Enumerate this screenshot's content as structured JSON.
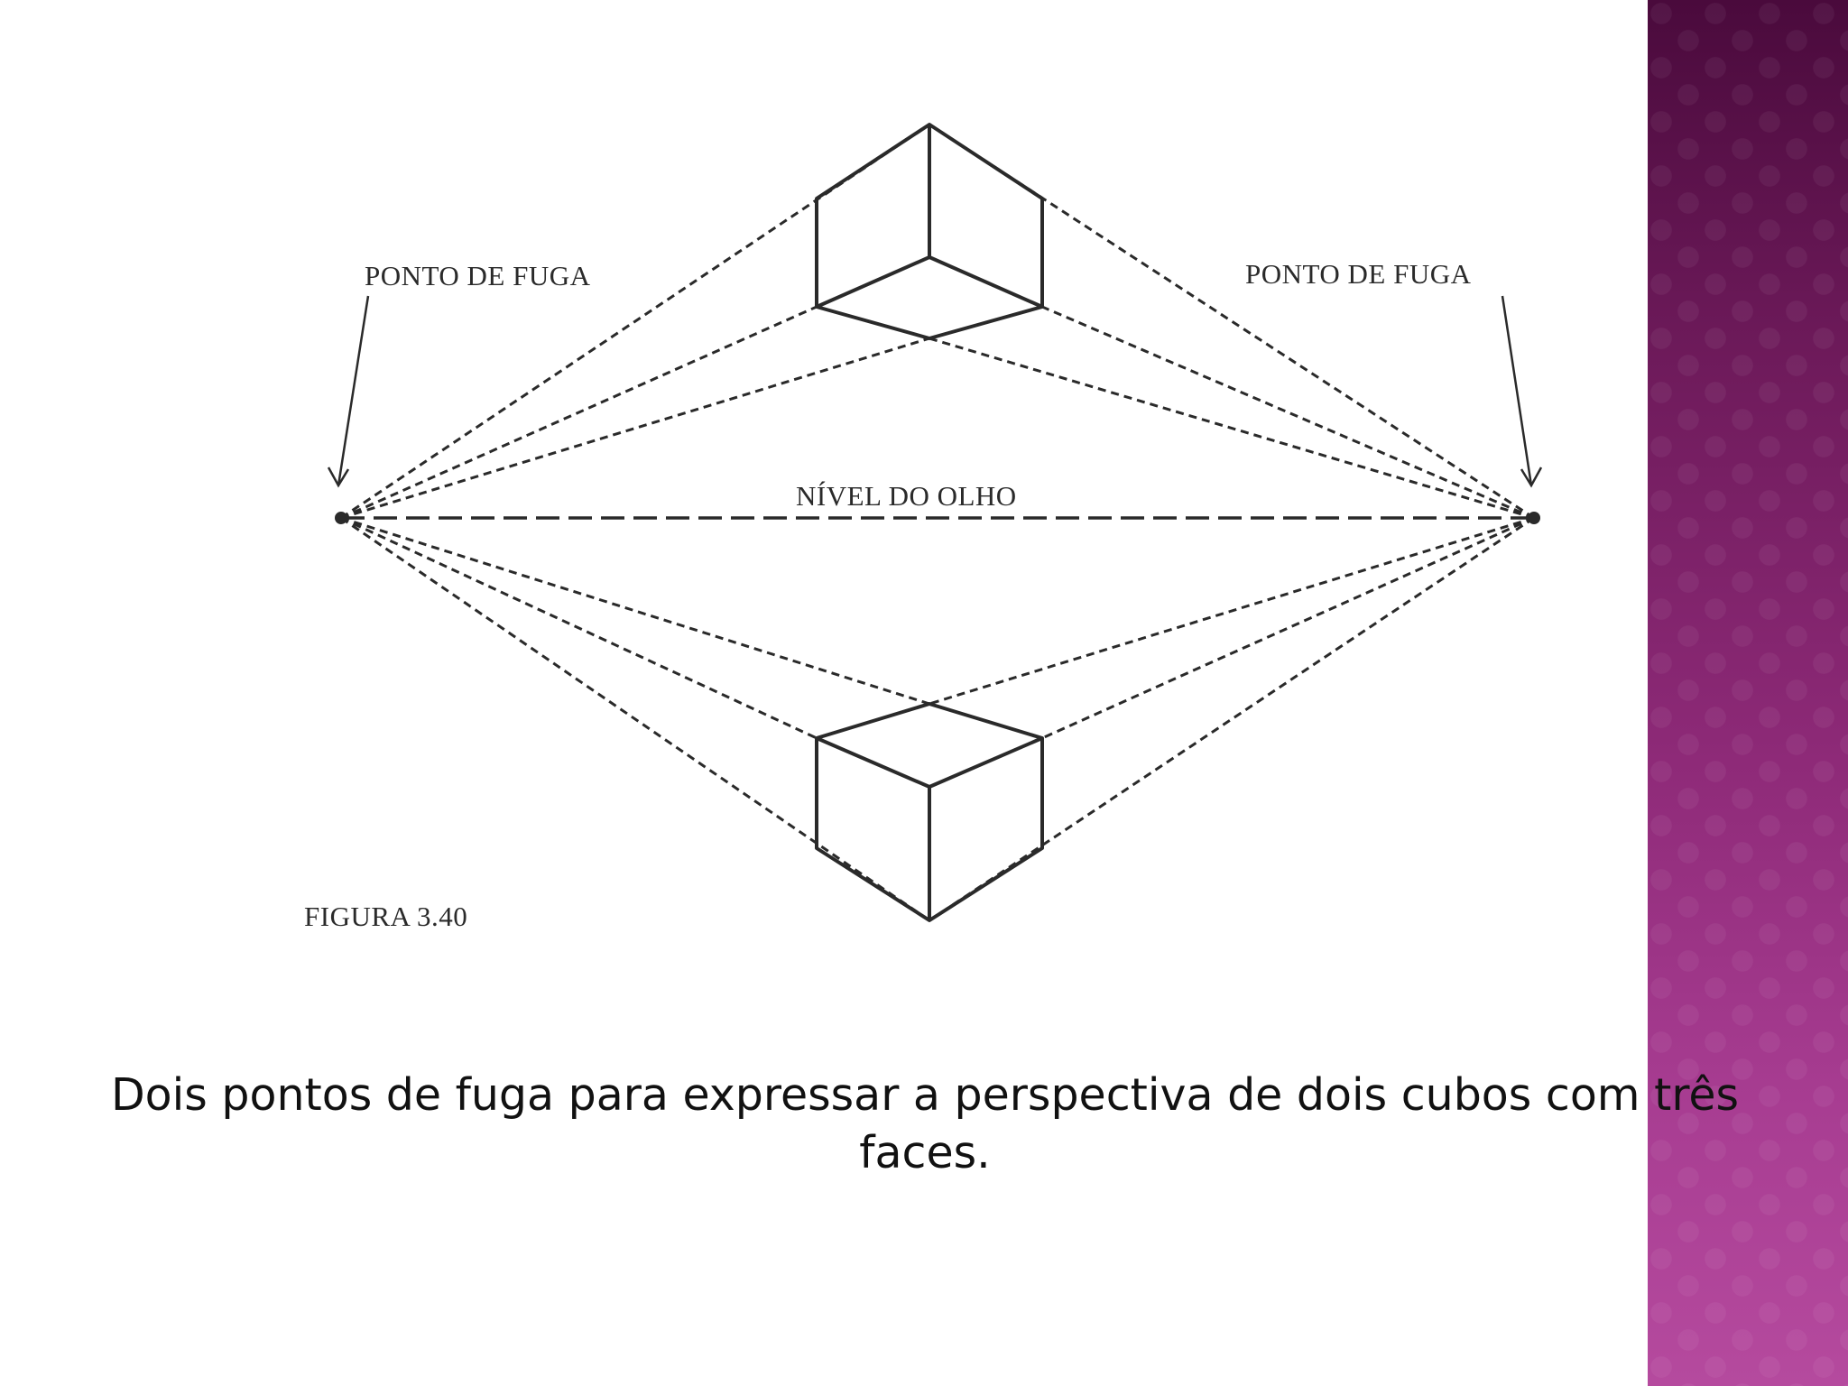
{
  "diagram": {
    "label_left": "PONTO DE FUGA",
    "label_right": "PONTO DE FUGA",
    "eye_level_label": "NÍVEL DO OLHO",
    "figure_label": "FIGURA 3.40"
  },
  "caption": "Dois pontos de fuga para expressar a perspectiva de dois cubos com três faces.",
  "colors": {
    "accent_band": "#8e2a78",
    "line": "#2a2a2a"
  }
}
